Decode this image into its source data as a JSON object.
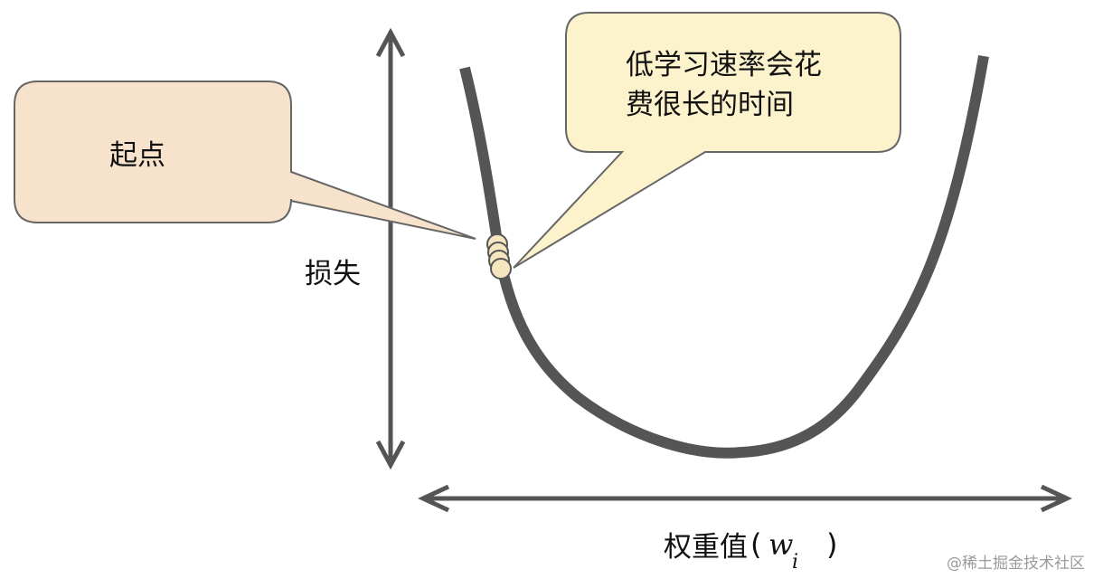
{
  "callouts": {
    "start": {
      "label": "起点",
      "fill": "#f7e3cc",
      "stroke": "#666666"
    },
    "slow": {
      "line1": "低学习速率会花",
      "line2": "费很长的时间",
      "fill": "#fcf2cc",
      "stroke": "#666666"
    }
  },
  "axes": {
    "y_label": "损失",
    "x_label_prefix": "权重值",
    "x_label_open": "(",
    "x_label_var": "w",
    "x_label_sub": "i",
    "x_label_close": ")",
    "color": "#555555"
  },
  "curve": {
    "color": "#555555"
  },
  "steps": {
    "count": 4,
    "fill": "#f5e6bf",
    "stroke": "#555555"
  },
  "watermark": "@稀土掘金技术社区"
}
